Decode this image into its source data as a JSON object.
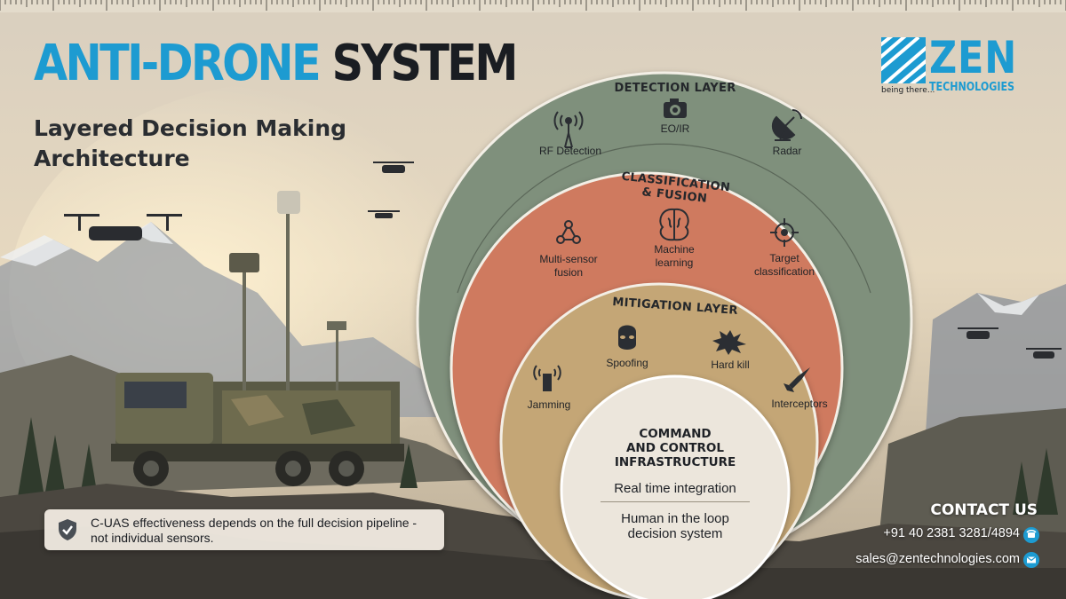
{
  "header": {
    "title_part1": "ANTI-DRONE",
    "title_part2": "SYSTEM",
    "subtitle_line1": "Layered Decision Making",
    "subtitle_line2": "Architecture"
  },
  "logo": {
    "brand": "ZEN",
    "tagline": "being there...",
    "sub": "TECHNOLOGIES"
  },
  "layers": {
    "detection": {
      "title": "DETECTION LAYER",
      "color": "#7f907c",
      "items": [
        "RF Detection",
        "EO/IR",
        "Radar"
      ]
    },
    "classification": {
      "title_line1": "CLASSIFICATION",
      "title_line2": "& FUSION",
      "color": "#cf7a5e",
      "items": [
        {
          "line1": "Multi-sensor",
          "line2": "fusion"
        },
        {
          "line1": "Machine",
          "line2": "learning"
        },
        {
          "line1": "Target",
          "line2": "classification"
        }
      ]
    },
    "mitigation": {
      "title": "MITIGATION LAYER",
      "color": "#c4a676",
      "items": [
        "Jamming",
        "Spoofing",
        "Hard kill",
        "Interceptors"
      ]
    },
    "core": {
      "title_line1": "COMMAND",
      "title_line2": "AND CONTROL",
      "title_line3": "INFRASTRUCTURE",
      "color": "#ece6dc",
      "item1": "Real time integration",
      "item2_line1": "Human in the loop",
      "item2_line2": "decision system"
    }
  },
  "note": {
    "text": "C-UAS effectiveness depends on the full decision pipeline - not individual sensors."
  },
  "contact": {
    "title": "CONTACT US",
    "phone": "+91 40 2381 3281/4894",
    "email": "sales@zentechnologies.com"
  },
  "icons": [
    "rf-tower-icon",
    "camera-icon",
    "radar-dish-icon",
    "network-nodes-icon",
    "brain-icon",
    "crosshair-icon",
    "jammer-icon",
    "mask-icon",
    "explosion-icon",
    "missile-icon",
    "shield-check-icon",
    "phone-icon",
    "mail-icon"
  ],
  "colors": {
    "brand_blue": "#1d9bd1",
    "dark": "#1a1d22"
  }
}
